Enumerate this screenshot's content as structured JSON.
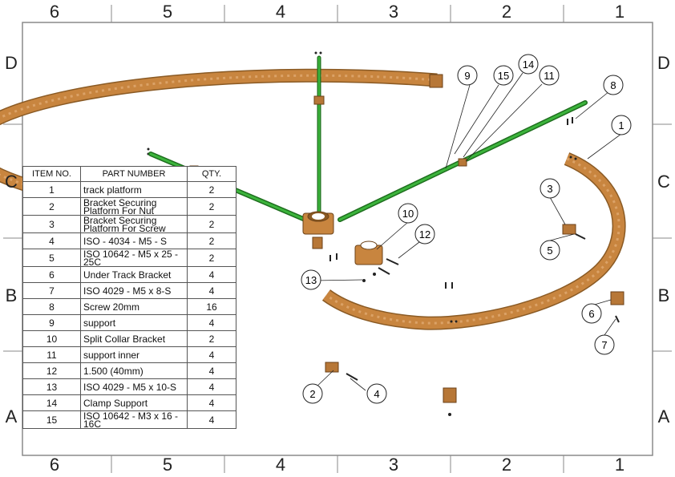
{
  "zones": {
    "columns": [
      "6",
      "5",
      "4",
      "3",
      "2",
      "1"
    ],
    "rows": [
      "D",
      "C",
      "B",
      "A"
    ]
  },
  "bom": {
    "headers": [
      "ITEM NO.",
      "PART NUMBER",
      "QTY."
    ],
    "rows": [
      {
        "item": "1",
        "part": "track platform",
        "qty": "2"
      },
      {
        "item": "2",
        "part": "Bracket Securing Platform For Nut",
        "qty": "2"
      },
      {
        "item": "3",
        "part": "Bracket Securing Platform For Screw",
        "qty": "2"
      },
      {
        "item": "4",
        "part": "ISO - 4034 - M5 - S",
        "qty": "2"
      },
      {
        "item": "5",
        "part": "ISO 10642 - M5 x 25 - 25C",
        "qty": "2"
      },
      {
        "item": "6",
        "part": "Under Track Bracket",
        "qty": "4"
      },
      {
        "item": "7",
        "part": "ISO 4029 - M5 x 8-S",
        "qty": "4"
      },
      {
        "item": "8",
        "part": "Screw 20mm",
        "qty": "16"
      },
      {
        "item": "9",
        "part": "support",
        "qty": "4"
      },
      {
        "item": "10",
        "part": "Split Collar Bracket",
        "qty": "2"
      },
      {
        "item": "11",
        "part": "support inner",
        "qty": "4"
      },
      {
        "item": "12",
        "part": "1.500 (40mm)",
        "qty": "4"
      },
      {
        "item": "13",
        "part": "ISO 4029 - M5 x 10-S",
        "qty": "4"
      },
      {
        "item": "14",
        "part": "Clamp Support",
        "qty": "4"
      },
      {
        "item": "15",
        "part": "ISO 10642 - M3 x 16 - 16C",
        "qty": "4"
      }
    ]
  },
  "callouts": [
    "1",
    "2",
    "3",
    "4",
    "5",
    "6",
    "7",
    "8",
    "9",
    "10",
    "11",
    "12",
    "13",
    "14",
    "15"
  ],
  "colors": {
    "wood": "#c8853f",
    "wood_dark": "#8a5a24",
    "rod_green": "#2e9a2e",
    "border": "#8a8a8a",
    "leader": "#222222"
  }
}
